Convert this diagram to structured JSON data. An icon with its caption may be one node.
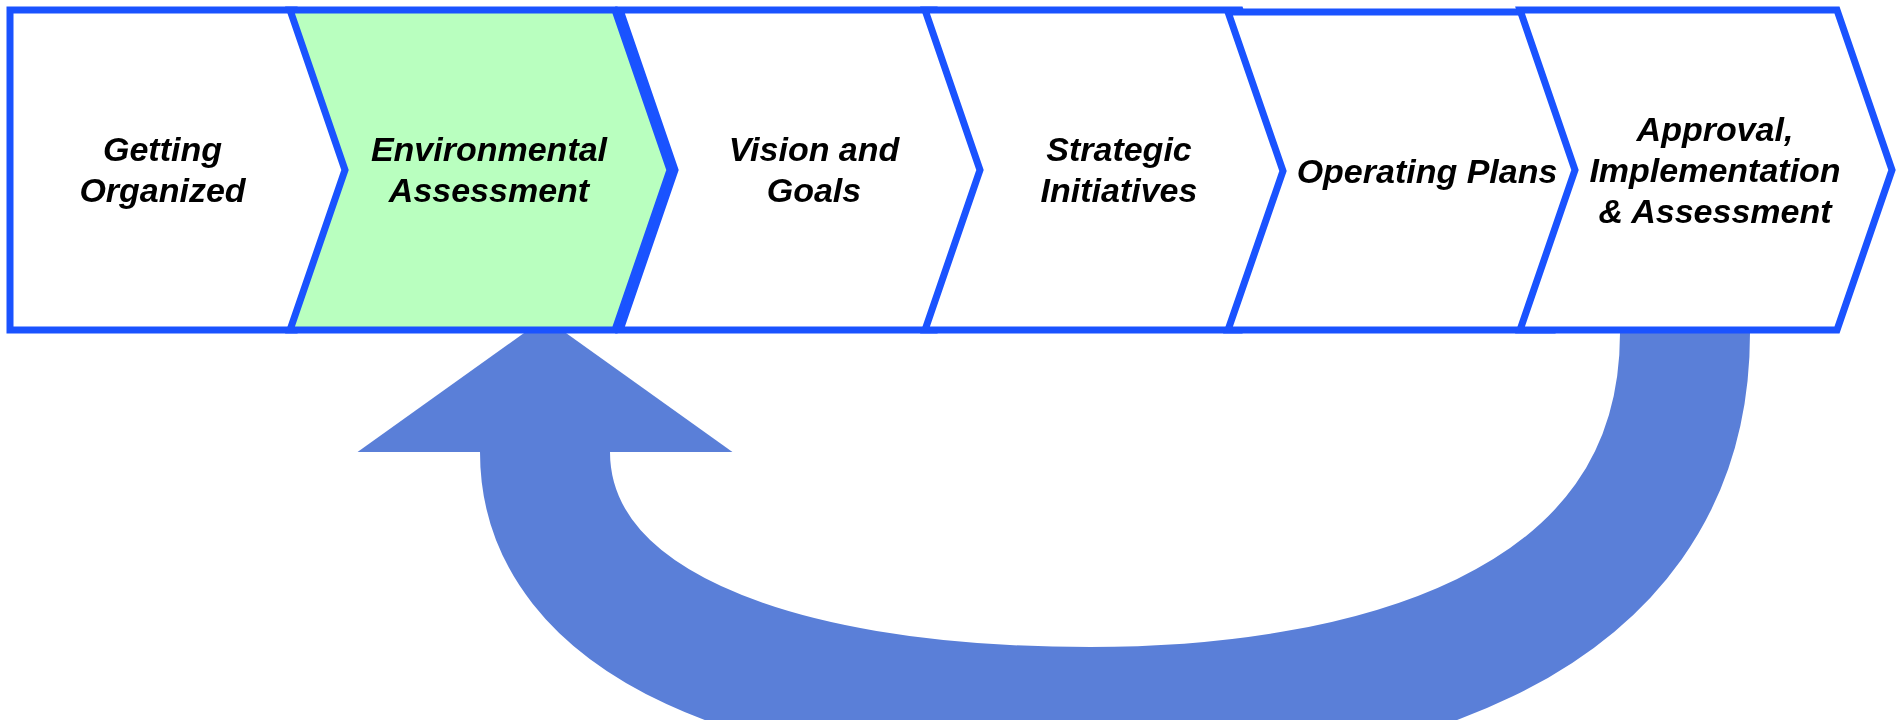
{
  "diagram": {
    "nodes": [
      {
        "text": [
          "Getting Organized"
        ]
      },
      {
        "text": [
          "Environmental Assessment"
        ]
      },
      {
        "text": [
          "Vision and Goals"
        ]
      },
      {
        "text": [
          "Strategic Initiatives"
        ]
      },
      {
        "text": [
          "Operating Plans"
        ]
      },
      {
        "text": [
          "Approval, Implementation & Assessment"
        ]
      }
    ],
    "edges": [
      {
        "from": 5,
        "to": 1,
        "arrow": "to",
        "color": "#5a7fd8"
      }
    ]
  }
}
